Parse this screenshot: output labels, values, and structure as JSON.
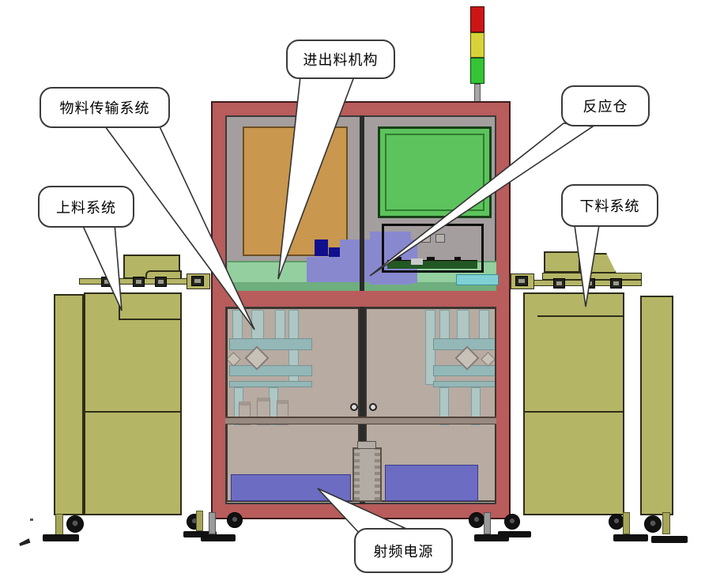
{
  "diagram": {
    "callouts": [
      {
        "id": "in-out-feed-mechanism",
        "label": "进出料机构"
      },
      {
        "id": "material-transfer-system",
        "label": "物料传输系统"
      },
      {
        "id": "reaction-chamber",
        "label": "反应仓"
      },
      {
        "id": "loading-system",
        "label": "上料系统"
      },
      {
        "id": "unloading-system",
        "label": "下料系统"
      },
      {
        "id": "rf-power-supply",
        "label": "射频电源"
      }
    ],
    "signal_tower": {
      "lights": [
        "red",
        "yellow",
        "green"
      ]
    }
  },
  "colors": {
    "frame-red": "#b85c5c",
    "olive": "#b5b566",
    "panel-tan": "#c9974e",
    "screen-green": "#5dc35d",
    "conveyor-green": "#93cf9f",
    "platform-blue": "#8888cf",
    "cyan": "#7cc3c8",
    "power-blue": "#6c6cc2",
    "tower-red": "#cc1616",
    "tower-yellow": "#d8d23a",
    "tower-green": "#35c435"
  }
}
